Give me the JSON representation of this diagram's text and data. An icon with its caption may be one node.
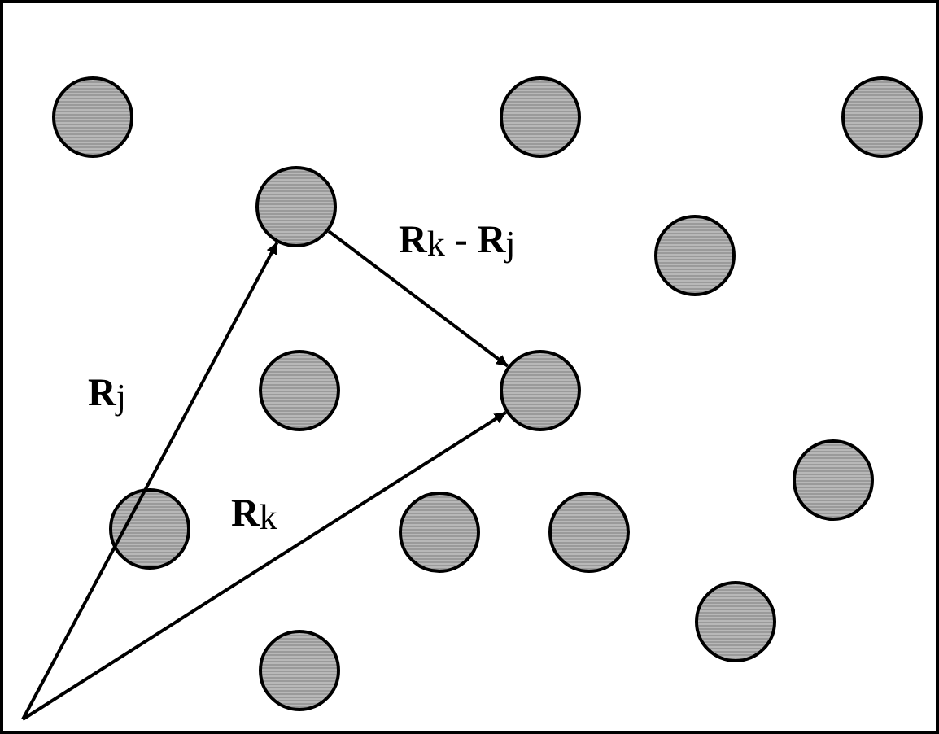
{
  "diagram": {
    "nodes": [
      {
        "text": [],
        "shape": "circle"
      },
      {
        "text": [],
        "shape": "circle"
      },
      {
        "text": [],
        "shape": "circle"
      },
      {
        "text": [],
        "shape": "circle"
      },
      {
        "text": [],
        "shape": "circle"
      },
      {
        "text": [],
        "shape": "circle"
      },
      {
        "text": [],
        "shape": "circle"
      },
      {
        "text": [],
        "shape": "circle"
      },
      {
        "text": [],
        "shape": "circle"
      },
      {
        "text": [],
        "shape": "circle"
      },
      {
        "text": [],
        "shape": "circle"
      },
      {
        "text": [],
        "shape": "circle"
      },
      {
        "text": [],
        "shape": "circle"
      }
    ],
    "edges": [
      {
        "from": null,
        "to": 3,
        "arrow": "to",
        "label": "R$_{j}$"
      },
      {
        "from": null,
        "to": 6,
        "arrow": "to",
        "label": "R$_{k}$"
      },
      {
        "from": 3,
        "to": 6,
        "arrow": "to",
        "label": "R$_{k}$ - R$_{j}$"
      }
    ]
  }
}
